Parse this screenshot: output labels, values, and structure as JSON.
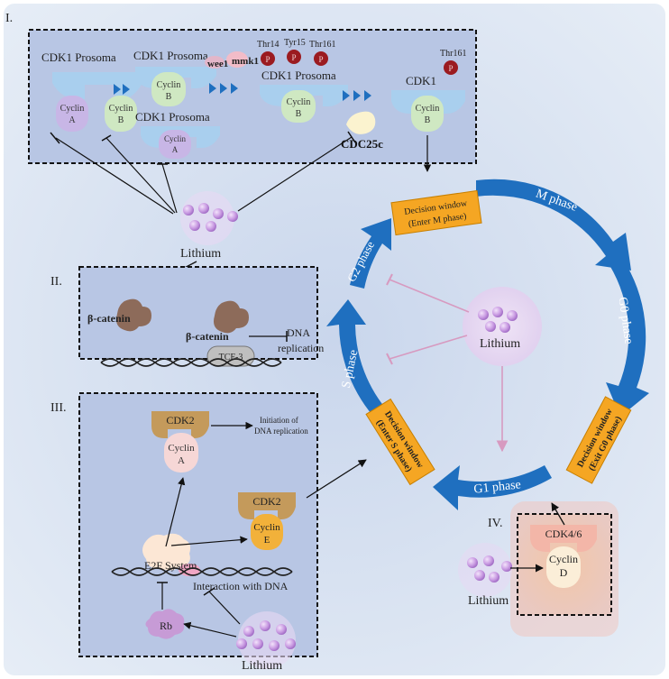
{
  "panels": {
    "p1": {
      "label": "I.",
      "cdk1_prosoma_1": "CDK1 Prosoma",
      "cdk1_prosoma_2": "CDK1 Prosoma",
      "cdk1_prosoma_3": "CDK1 Prosoma",
      "cdk1_prosoma_4": "CDK1 Prosoma",
      "cdk1": "CDK1",
      "cyclin_a": [
        "Cyclin",
        "A"
      ],
      "cyclin_b": [
        "Cyclin",
        "B"
      ],
      "wee1": "wee1",
      "mmk1": "mmk1",
      "thr14": "Thr14",
      "tyr15": "Tyr15",
      "thr161": "Thr161",
      "thr161_b": "Thr161",
      "p": "P",
      "cdc25c": "CDC25c"
    },
    "p2": {
      "label": "II.",
      "beta_catenin_1": "β-catenin",
      "beta_catenin_2": "β-catenin",
      "tcf3": "TCF-3",
      "dna_replication": [
        "DNA",
        "replication"
      ]
    },
    "p3": {
      "label": "III.",
      "cdk2_1": "CDK2",
      "cdk2_2": "CDK2",
      "cyclin_a": [
        "Cyclin",
        "A"
      ],
      "cyclin_e": [
        "Cyclin",
        "E"
      ],
      "initiation": [
        "Initiation of",
        "DNA replication"
      ],
      "e2f": "E2F System",
      "interaction": "Interaction with DNA",
      "rb": "Rb"
    },
    "p4": {
      "label": "IV.",
      "cdk46": "CDK4/6",
      "cyclin_d": [
        "Cyclin",
        "D"
      ]
    }
  },
  "lithium_labels": [
    "Lithium",
    "Lithium",
    "Lithium",
    "Lithium"
  ],
  "cycle": {
    "m_phase": "M phase",
    "g0_phase": "G0 phase",
    "g1_phase": "G1 phase",
    "s_phase": "S phase",
    "g2_phase": "G2 phase",
    "decision_m": [
      "Decision window",
      "(Enter M phase)"
    ],
    "decision_s": [
      "Decision window",
      "(Enter S phase)"
    ],
    "decision_g0": [
      "Decision window",
      "(Exit G0 phase)"
    ]
  },
  "colors": {
    "cycle_blue": "#1f6fbf",
    "decision_orange": "#f5a623",
    "phospho_red": "#9b1b20",
    "lithium_purple": "#b98ad9",
    "inhibit_pink": "#d79ac0",
    "cdk_blue": "#a9cfee",
    "catenin_brown": "#8d6b5a",
    "cdk2_tan": "#c49a5b"
  }
}
